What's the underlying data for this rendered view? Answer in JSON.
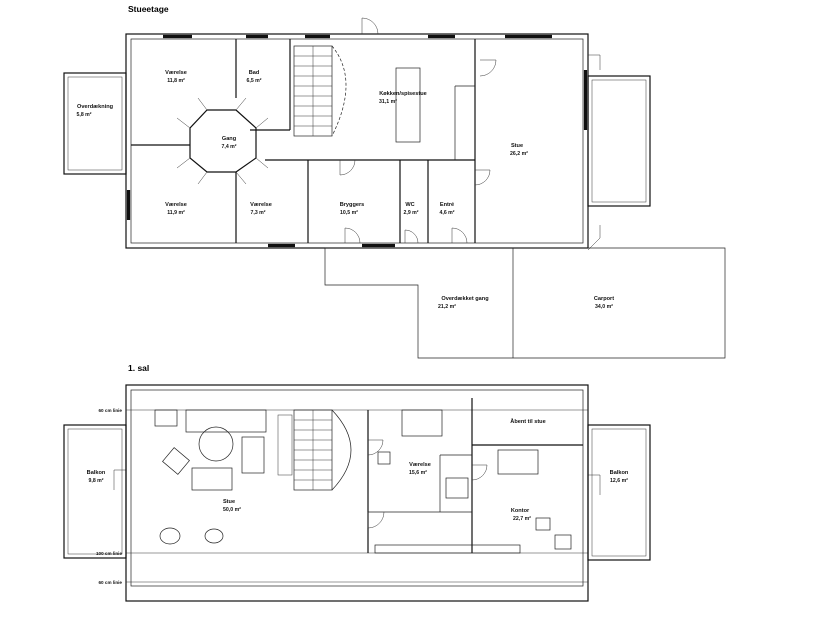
{
  "floors": {
    "ground": {
      "title": "Stueetage"
    },
    "first": {
      "title": "1. sal"
    }
  },
  "rooms": {
    "overdaekning": {
      "name": "Overdækning",
      "area": "5,8 m²"
    },
    "vaerelse1": {
      "name": "Værelse",
      "area": "11,8 m²"
    },
    "bad": {
      "name": "Bad",
      "area": "6,5 m²"
    },
    "koekken": {
      "name": "Køkken/spisestue",
      "area": "31,1 m²"
    },
    "stue": {
      "name": "Stue",
      "area": "26,2 m²"
    },
    "gang": {
      "name": "Gang",
      "area": "7,4 m²"
    },
    "vaerelse2": {
      "name": "Værelse",
      "area": "11,9 m²"
    },
    "vaerelse3": {
      "name": "Værelse",
      "area": "7,3 m²"
    },
    "bryggers": {
      "name": "Bryggers",
      "area": "10,5 m²"
    },
    "wc": {
      "name": "WC",
      "area": "2,9 m²"
    },
    "entre": {
      "name": "Entré",
      "area": "4,6 m²"
    },
    "overdaekket_gang": {
      "name": "Overdækket gang",
      "area": "21,2 m²"
    },
    "carport": {
      "name": "Carport",
      "area": "34,0 m²"
    },
    "balkon_v": {
      "name": "Balkon",
      "area": "9,8 m²"
    },
    "stue1": {
      "name": "Stue",
      "area": "50,0 m²"
    },
    "vaerelse1sal": {
      "name": "Værelse",
      "area": "15,6 m²"
    },
    "aabent": {
      "name": "Åbent til stue",
      "area": ""
    },
    "kontor": {
      "name": "Kontor",
      "area": "22,7 m²"
    },
    "balkon_h": {
      "name": "Balkon",
      "area": "12,6 m²"
    }
  },
  "height_lines": {
    "line1": "60 cm linie",
    "line2": "100 cm linie",
    "line3": "60 cm linie"
  }
}
